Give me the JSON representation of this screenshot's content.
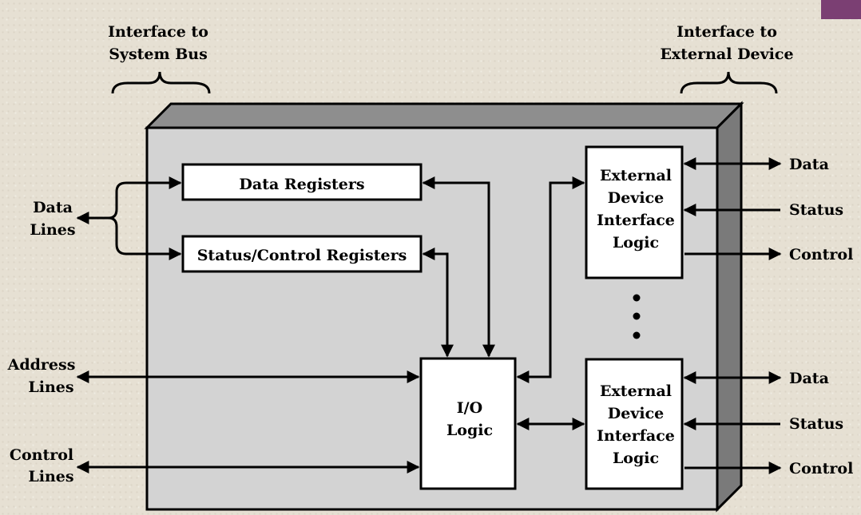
{
  "header": {
    "left_lines": [
      "Interface to",
      "System Bus"
    ],
    "right_lines": [
      "Interface to",
      "External Device"
    ]
  },
  "left_signals": {
    "data": [
      "Data",
      "Lines"
    ],
    "address": [
      "Address",
      "Lines"
    ],
    "control": [
      "Control",
      "Lines"
    ]
  },
  "registers": {
    "data": "Data Registers",
    "status_control": "Status/Control Registers"
  },
  "io_logic": [
    "I/O",
    "Logic"
  ],
  "ext_logic": [
    "External",
    "Device",
    "Interface",
    "Logic"
  ],
  "right_signals": {
    "data": "Data",
    "status": "Status",
    "control": "Control"
  },
  "colors": {
    "background": "#e6e0d3",
    "module_face": "#d3d3d3",
    "module_top": "#8e8e8e",
    "module_side": "#7a7a7a",
    "accent": "#7b3f73"
  }
}
